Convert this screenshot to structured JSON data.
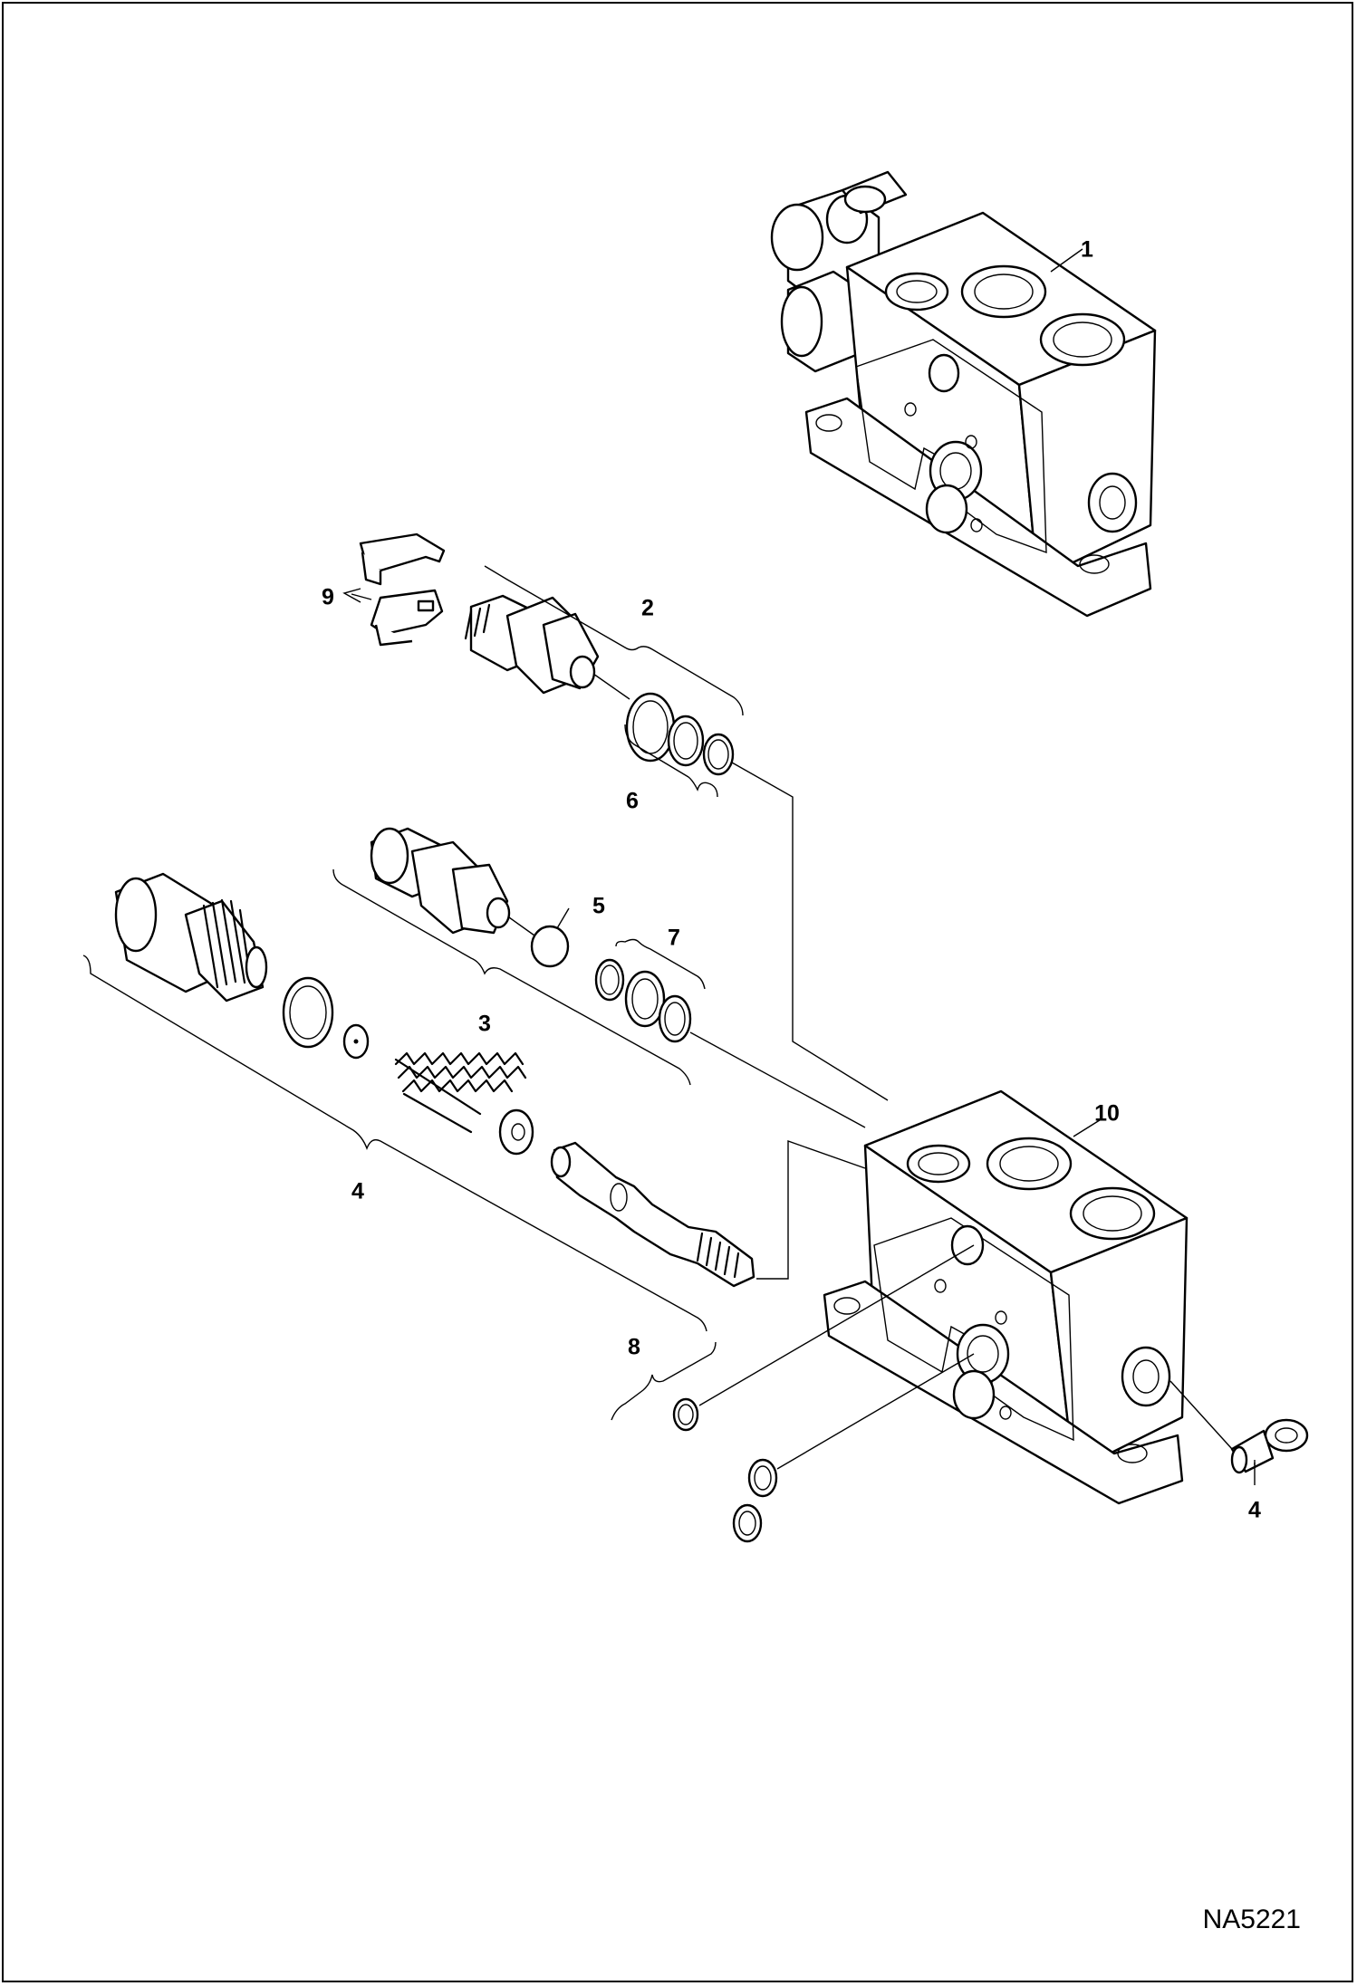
{
  "figure_code": "NA5221",
  "callouts": {
    "c1": "1",
    "c2": "2",
    "c3": "3",
    "c4a": "4",
    "c4b": "4",
    "c5": "5",
    "c6": "6",
    "c7": "7",
    "c8": "8",
    "c9": "9",
    "c10": "10"
  },
  "colors": {
    "line": "#000000",
    "background": "#ffffff"
  }
}
